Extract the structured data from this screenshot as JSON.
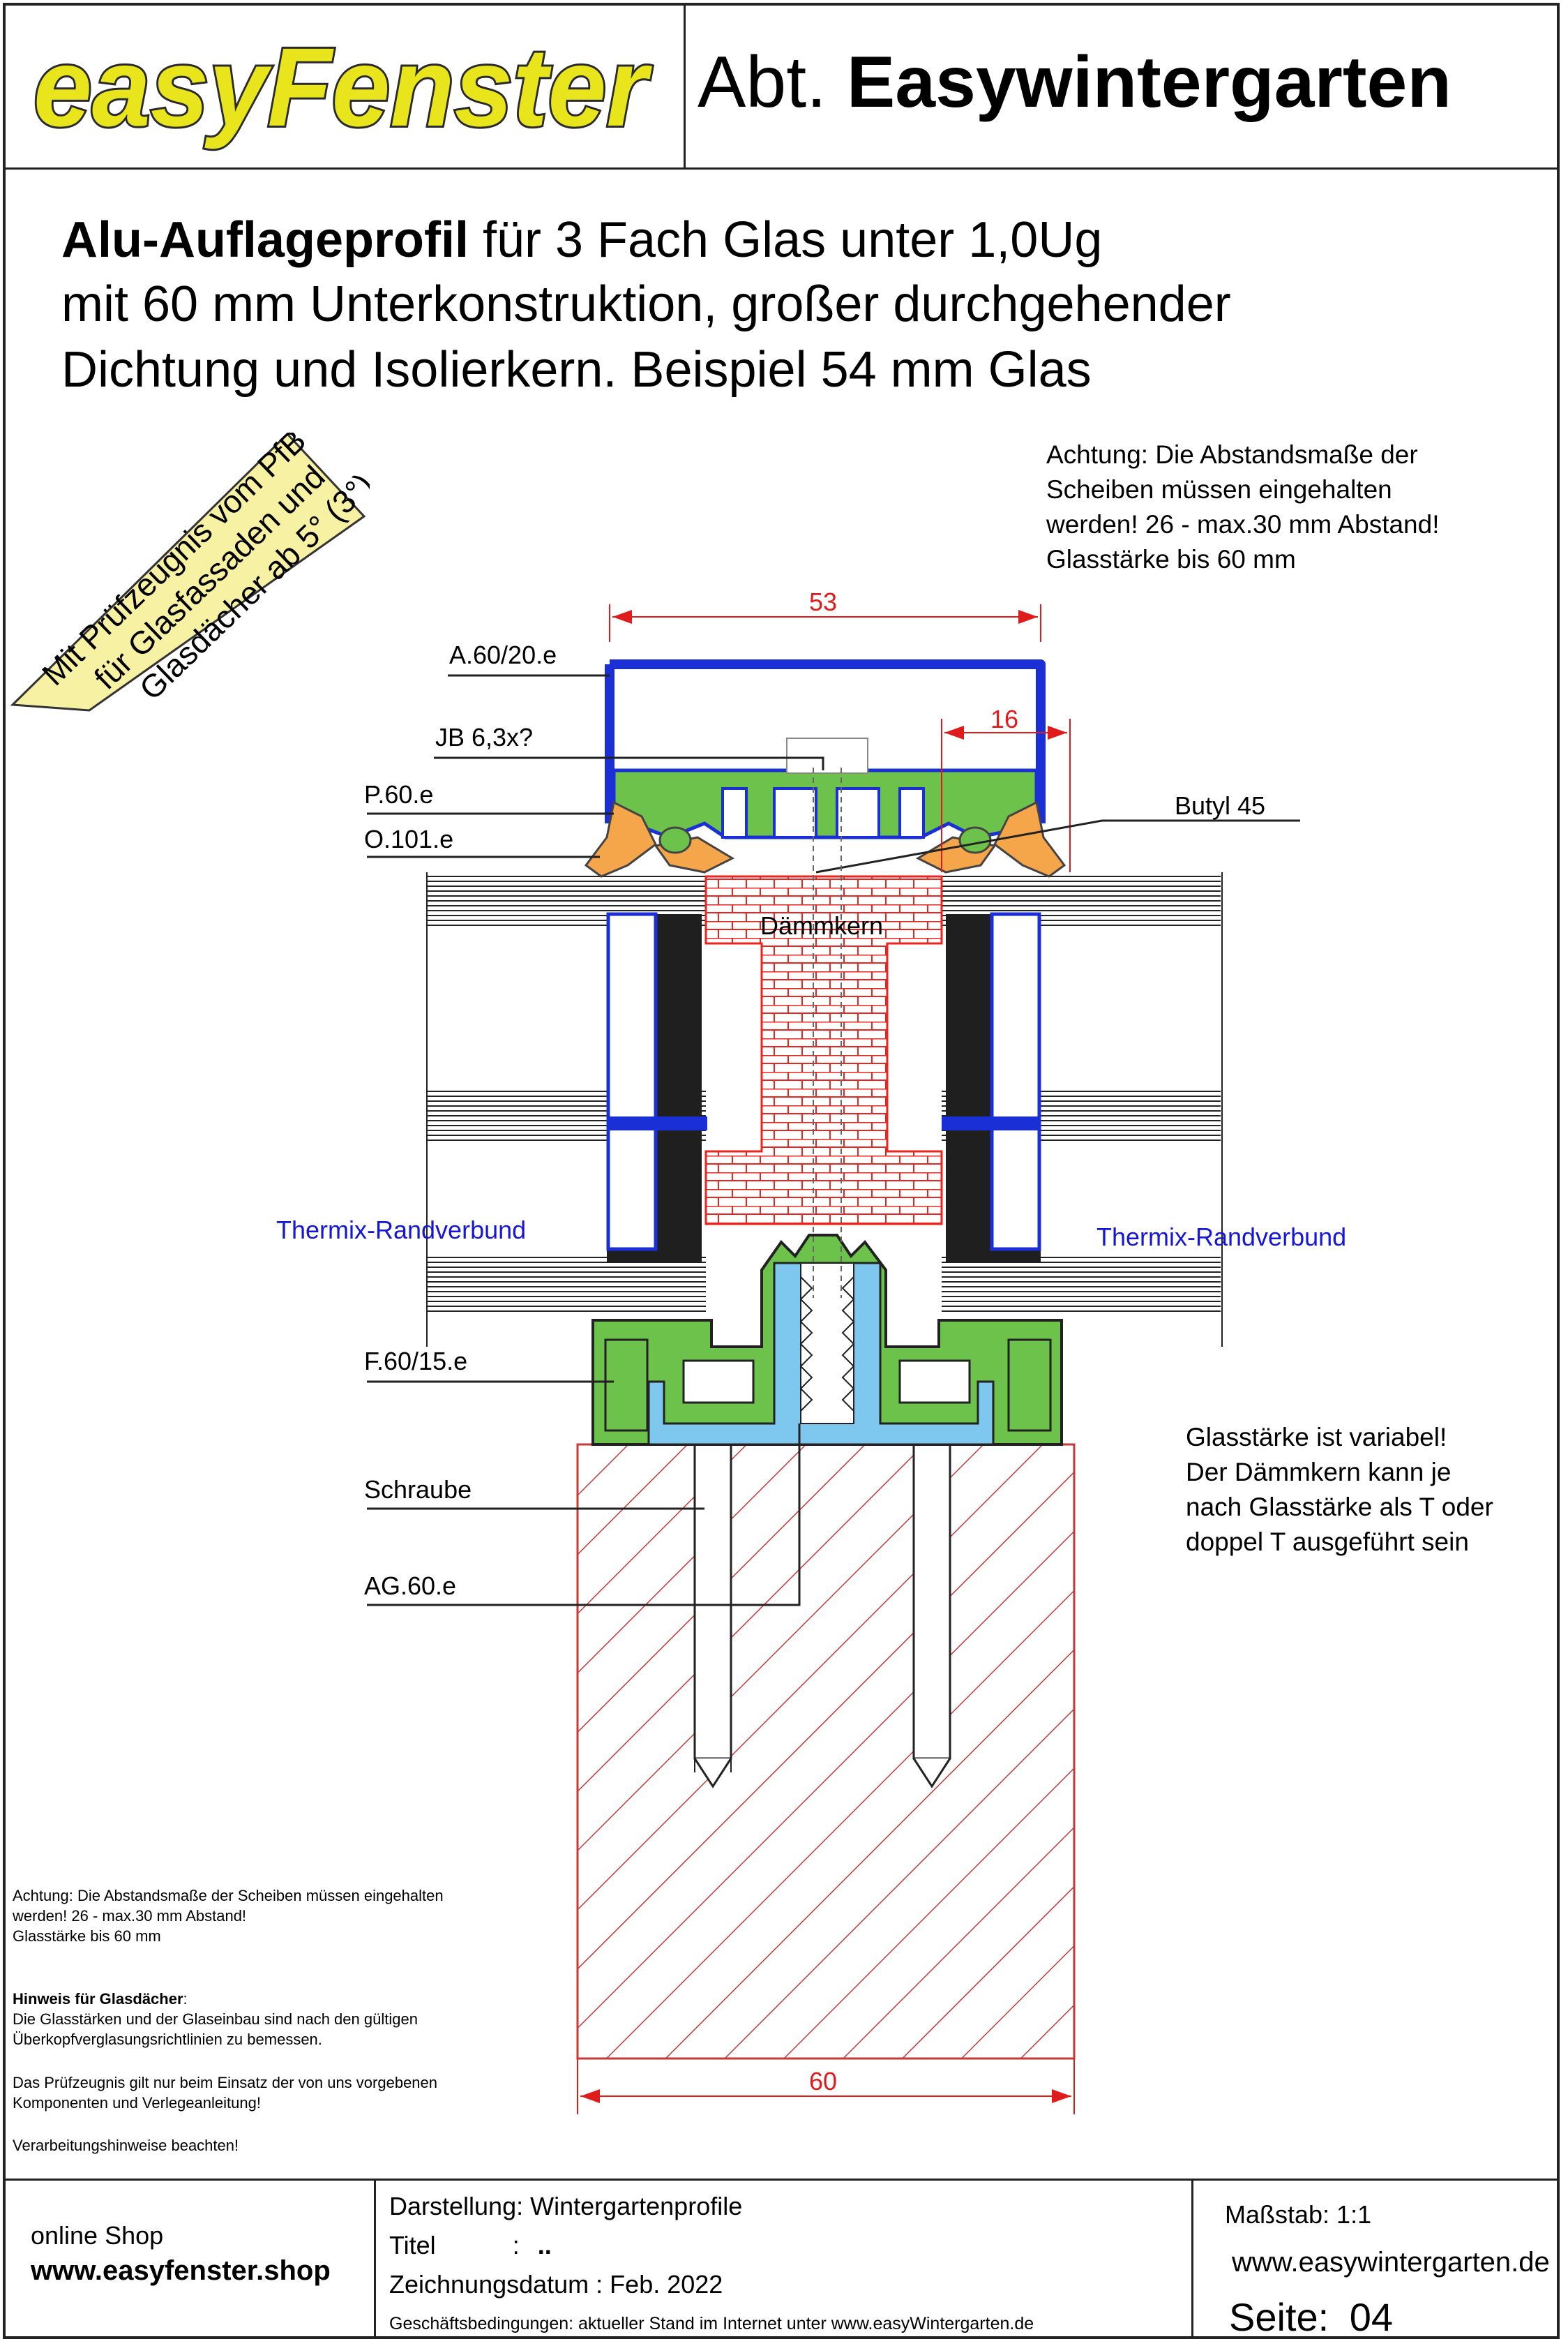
{
  "header": {
    "logo_text": "easyFenster",
    "dept_prefix": "Abt.",
    "dept_name": "Easywintergarten"
  },
  "title": {
    "bold_part": "Alu-Auflageprofil",
    "line1_rest": " für 3 Fach Glas unter 1,0Ug",
    "line2": "mit 60 mm Unterkonstruktion, großer durchgehender",
    "line3": "Dichtung und Isolierkern. Beispiel 54 mm Glas"
  },
  "stamp": {
    "line1": "Mit Prüfzeugnis vom PfB",
    "line2": "für Glasfassaden und",
    "line3": "Glasdächer ab 5° (3°)"
  },
  "note_top": {
    "line1": "Achtung: Die Abstandsmaße der",
    "line2": "Scheiben müssen eingehalten",
    "line3": "werden!  26 - max.30 mm Abstand!",
    "line4": "Glasstärke bis 60 mm"
  },
  "dimensions": {
    "top_width": "53",
    "seal_width": "16",
    "bottom_width": "60"
  },
  "labels": {
    "cap": "A.60/20.e",
    "screw_top": "JB 6,3x?",
    "pressure_profile": "P.60.e",
    "outer_seal": "O.101.e",
    "butyl": "Butyl 45",
    "insulation": "Dämmkern",
    "edge_left": "Thermix-Randverbund",
    "edge_right": "Thermix-Randverbund",
    "base_profile": "F.60/15.e",
    "screw": "Schraube",
    "adapter": "AG.60.e"
  },
  "note_right": {
    "line1": "Glasstärke ist variabel!",
    "line2": "Der Dämmkern kann je",
    "line3": "nach Glasstärke als T oder",
    "line4": "doppel T ausgeführt sein"
  },
  "note_bottom": {
    "l1": "Achtung: Die Abstandsmaße der Scheiben müssen eingehalten",
    "l2": "werden!  26 - max.30 mm Abstand!",
    "l3": "Glasstärke bis 60 mm",
    "l4_bold": "Hinweis für Glasdächer",
    "l4_rest": ":",
    "l5": "Die Glasstärken und der Glaseinbau sind nach den gültigen",
    "l6": "Überkopfverglasungsrichtlinien zu bemessen.",
    "l7": "Das Prüfzeugnis gilt nur beim Einsatz der von uns vorgebenen",
    "l8": "Komponenten und Verlegeanleitung!",
    "l9": "Verarbeitungshinweise beachten!"
  },
  "footer": {
    "shop_label": "online Shop",
    "shop_url": "www.easyfenster.shop",
    "darstellung": "Darstellung: Wintergartenprofile",
    "titel": "Titel",
    "titel_colon": ":",
    "titel_value": "..",
    "datum": "Zeichnungsdatum : Feb. 2022",
    "agb": "Geschäftsbedingungen: aktueller Stand im Internet  unter www.easyWintergarten.de",
    "massstab": "Maßstab: 1:1",
    "web": "www.easywintergarten.de",
    "seite_label": "Seite:",
    "seite_value": "04"
  },
  "colors": {
    "cap_blue": "#1b2fd6",
    "gasket_green": "#6cc24a",
    "adapter_blue": "#7ec8ef",
    "seal_orange": "#f5a54a",
    "insulation_red": "#e8261f",
    "dimension_red": "#e01b1b",
    "stamp_yellow": "#f7f1a3"
  }
}
